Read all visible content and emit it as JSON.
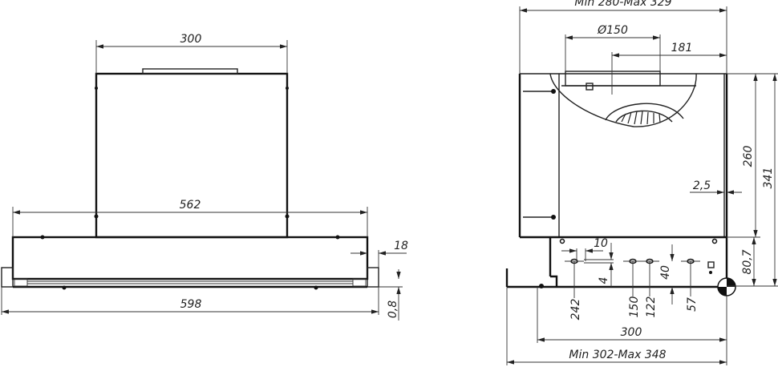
{
  "front_view": {
    "dimensions": {
      "chimney_width": "300",
      "body_inner_width": "562",
      "overall_width": "598",
      "side_offset": "18",
      "bottom_offset": "0,8"
    }
  },
  "side_view": {
    "dimensions": {
      "depth_range_top": "Min 280-Max 329",
      "outlet_diameter": "Ø150",
      "outlet_offset": "181",
      "wall_thickness": "2,5",
      "chimney_height": "260",
      "overall_height": "341",
      "body_height": "80,7",
      "hole_spacing": "10",
      "hole_height": "4",
      "hole_offset_vertical": "40",
      "hole_pos_1": "242",
      "hole_pos_2": "150",
      "hole_pos_3": "122",
      "hole_pos_4": "57",
      "body_depth": "300",
      "depth_range_bottom": "Min 302-Max 348"
    }
  },
  "colors": {
    "line": "#111111",
    "background": "#ffffff"
  }
}
